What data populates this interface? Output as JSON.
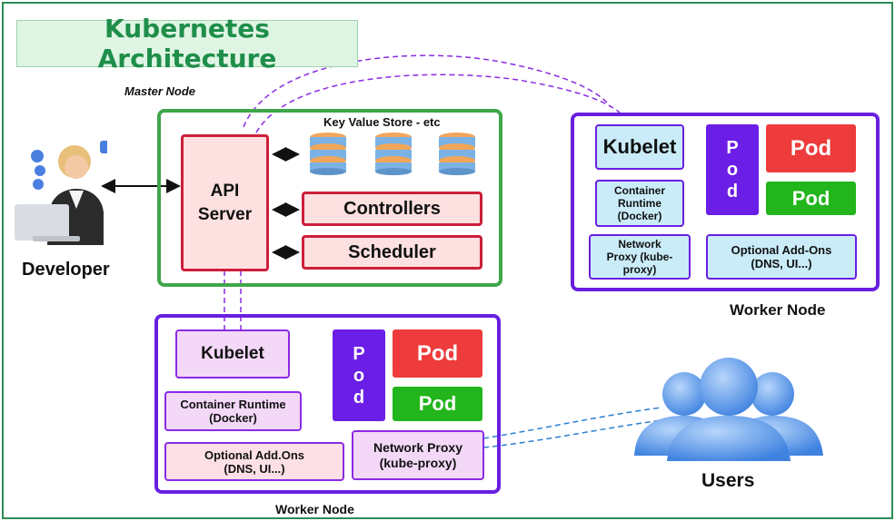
{
  "title": "Kubernetes Architecture",
  "master": {
    "label": "Master Node",
    "api_server": "API Server",
    "kv_store": "Key Value Store - etc",
    "controllers": "Controllers",
    "scheduler": "Scheduler"
  },
  "developer": {
    "label": "Developer"
  },
  "users": {
    "label": "Users"
  },
  "worker1": {
    "label": "Worker Node",
    "kubelet": "Kubelet",
    "runtime": "Container Runtime (Docker)",
    "network_proxy": "Network Proxy (kube-proxy)",
    "pod_vertical": [
      "P",
      "o",
      "d"
    ],
    "pod_red": "Pod",
    "pod_green": "Pod",
    "addons": "Optional Add-Ons (DNS, UI...)"
  },
  "worker2": {
    "label": "Worker Node",
    "kubelet": "Kubelet",
    "runtime": "Container Runtime (Docker)",
    "addons": "Optional Add.Ons (DNS, UI...)",
    "network_proxy": "Network Proxy (kube-proxy)",
    "pod_vertical": [
      "P",
      "o",
      "d"
    ],
    "pod_red": "Pod",
    "pod_green": "Pod"
  },
  "colors": {
    "master_border": "#3fa64a",
    "worker_border": "#6a1fe0",
    "title_green": "#1e8e4a",
    "pod_red": "#ee3b3b",
    "pod_green": "#22b51c",
    "pod_purple": "#6b1ee6"
  }
}
